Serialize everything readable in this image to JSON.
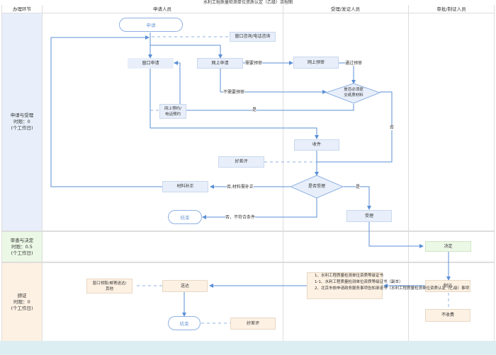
{
  "title": "水利工程质量检测单位资质认定（乙级）流程图",
  "headers": {
    "stage": "办理环节",
    "applicant": "申请人员",
    "acceptor": "受理/发证人员",
    "approver": "审批/制证人员"
  },
  "lanes": [
    {
      "label": "申请与受理\n时限：0\n(个工作日)",
      "color": "#e8effa"
    },
    {
      "label": "审查与决定\n时限：0.5\n(个工作日)",
      "color": "#ecf8e6"
    },
    {
      "label": "颁证\n时限：0\n(个工作日)",
      "color": "#fdf1e3"
    }
  ],
  "nodes": {
    "start": "申请",
    "consult": "窗口咨询/电话咨询",
    "window_apply": "窗口申请",
    "online_apply": "网上申请",
    "online_precheck": "网上预审",
    "need_paper": "是否必须提\n交纸质材料",
    "reserve": "网上预约/\n电话预约",
    "receive": "收件",
    "rating1": "好差评",
    "supplement": "材料补正",
    "accept_q": "是否受理",
    "end1": "结束",
    "accept": "受理",
    "decide": "决定",
    "certify": "制证",
    "no_fee": "不收费",
    "deliver": "送达",
    "deliver_method": "窗口领取/邮寄送达/\n其他",
    "end2": "结束",
    "rating2": "好差评",
    "docs": [
      "1、水利工程质量检测单位资质等级证书",
      "1-1、水利工程质量检测单位资质等级证书（副本）",
      "2、北京市依申请政务服务事项告知承诺书（水利工程质量检测单位资质认定（乙级）事项"
    ]
  },
  "edge_labels": {
    "need_precheck": "需要预审",
    "pass_precheck": "通过预审",
    "no_precheck": "不需要预审",
    "yes1": "是",
    "no1": "否",
    "no_supplement": "否,材料需补正",
    "yes2": "是",
    "no_reject": "否，不符合条件"
  },
  "colors": {
    "line": "#5b8fd6",
    "dash": "#8fb1e3",
    "footer": "#ddeef2"
  }
}
